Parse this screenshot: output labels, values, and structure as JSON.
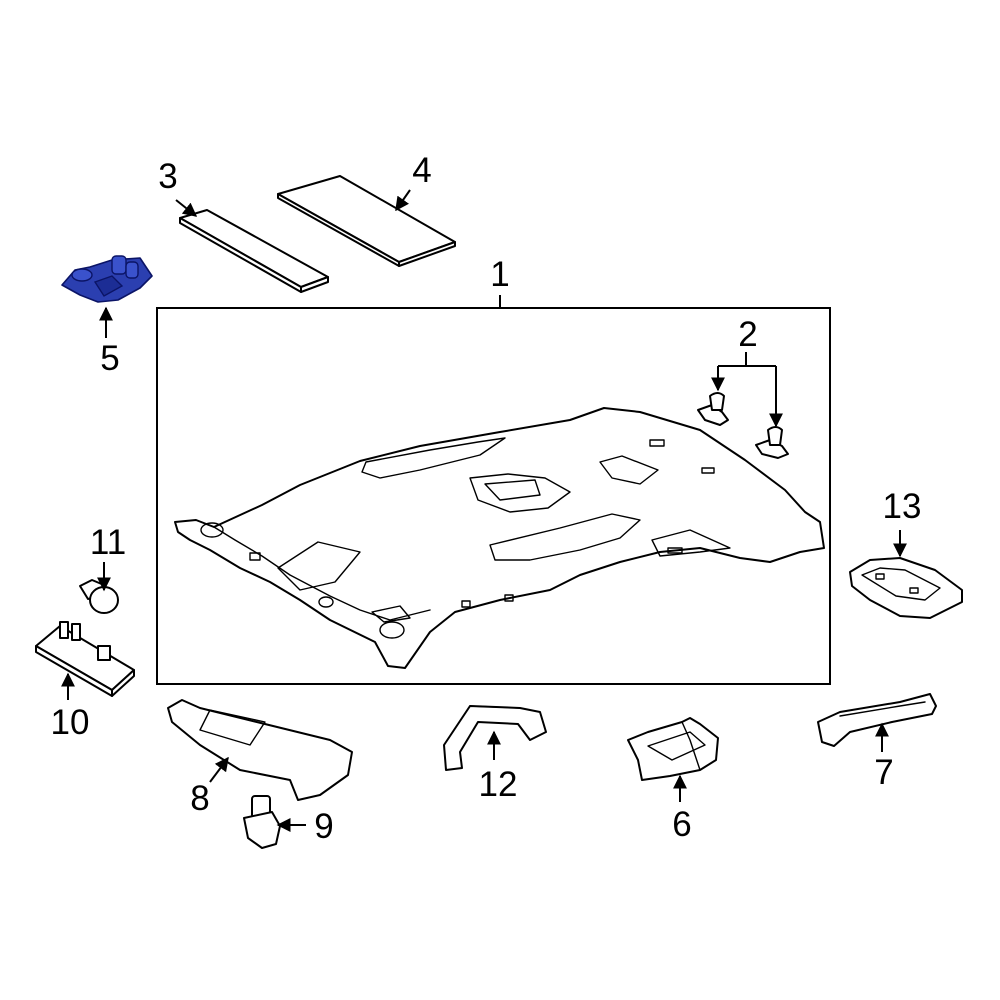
{
  "callouts": {
    "c1": "1",
    "c2": "2",
    "c3": "3",
    "c4": "4",
    "c5": "5",
    "c6": "6",
    "c7": "7",
    "c8": "8",
    "c9": "9",
    "c10": "10",
    "c11": "11",
    "c12": "12",
    "c13": "13"
  },
  "colors": {
    "highlight": "#2b3fb0",
    "line": "#000000",
    "background": "#ffffff"
  }
}
